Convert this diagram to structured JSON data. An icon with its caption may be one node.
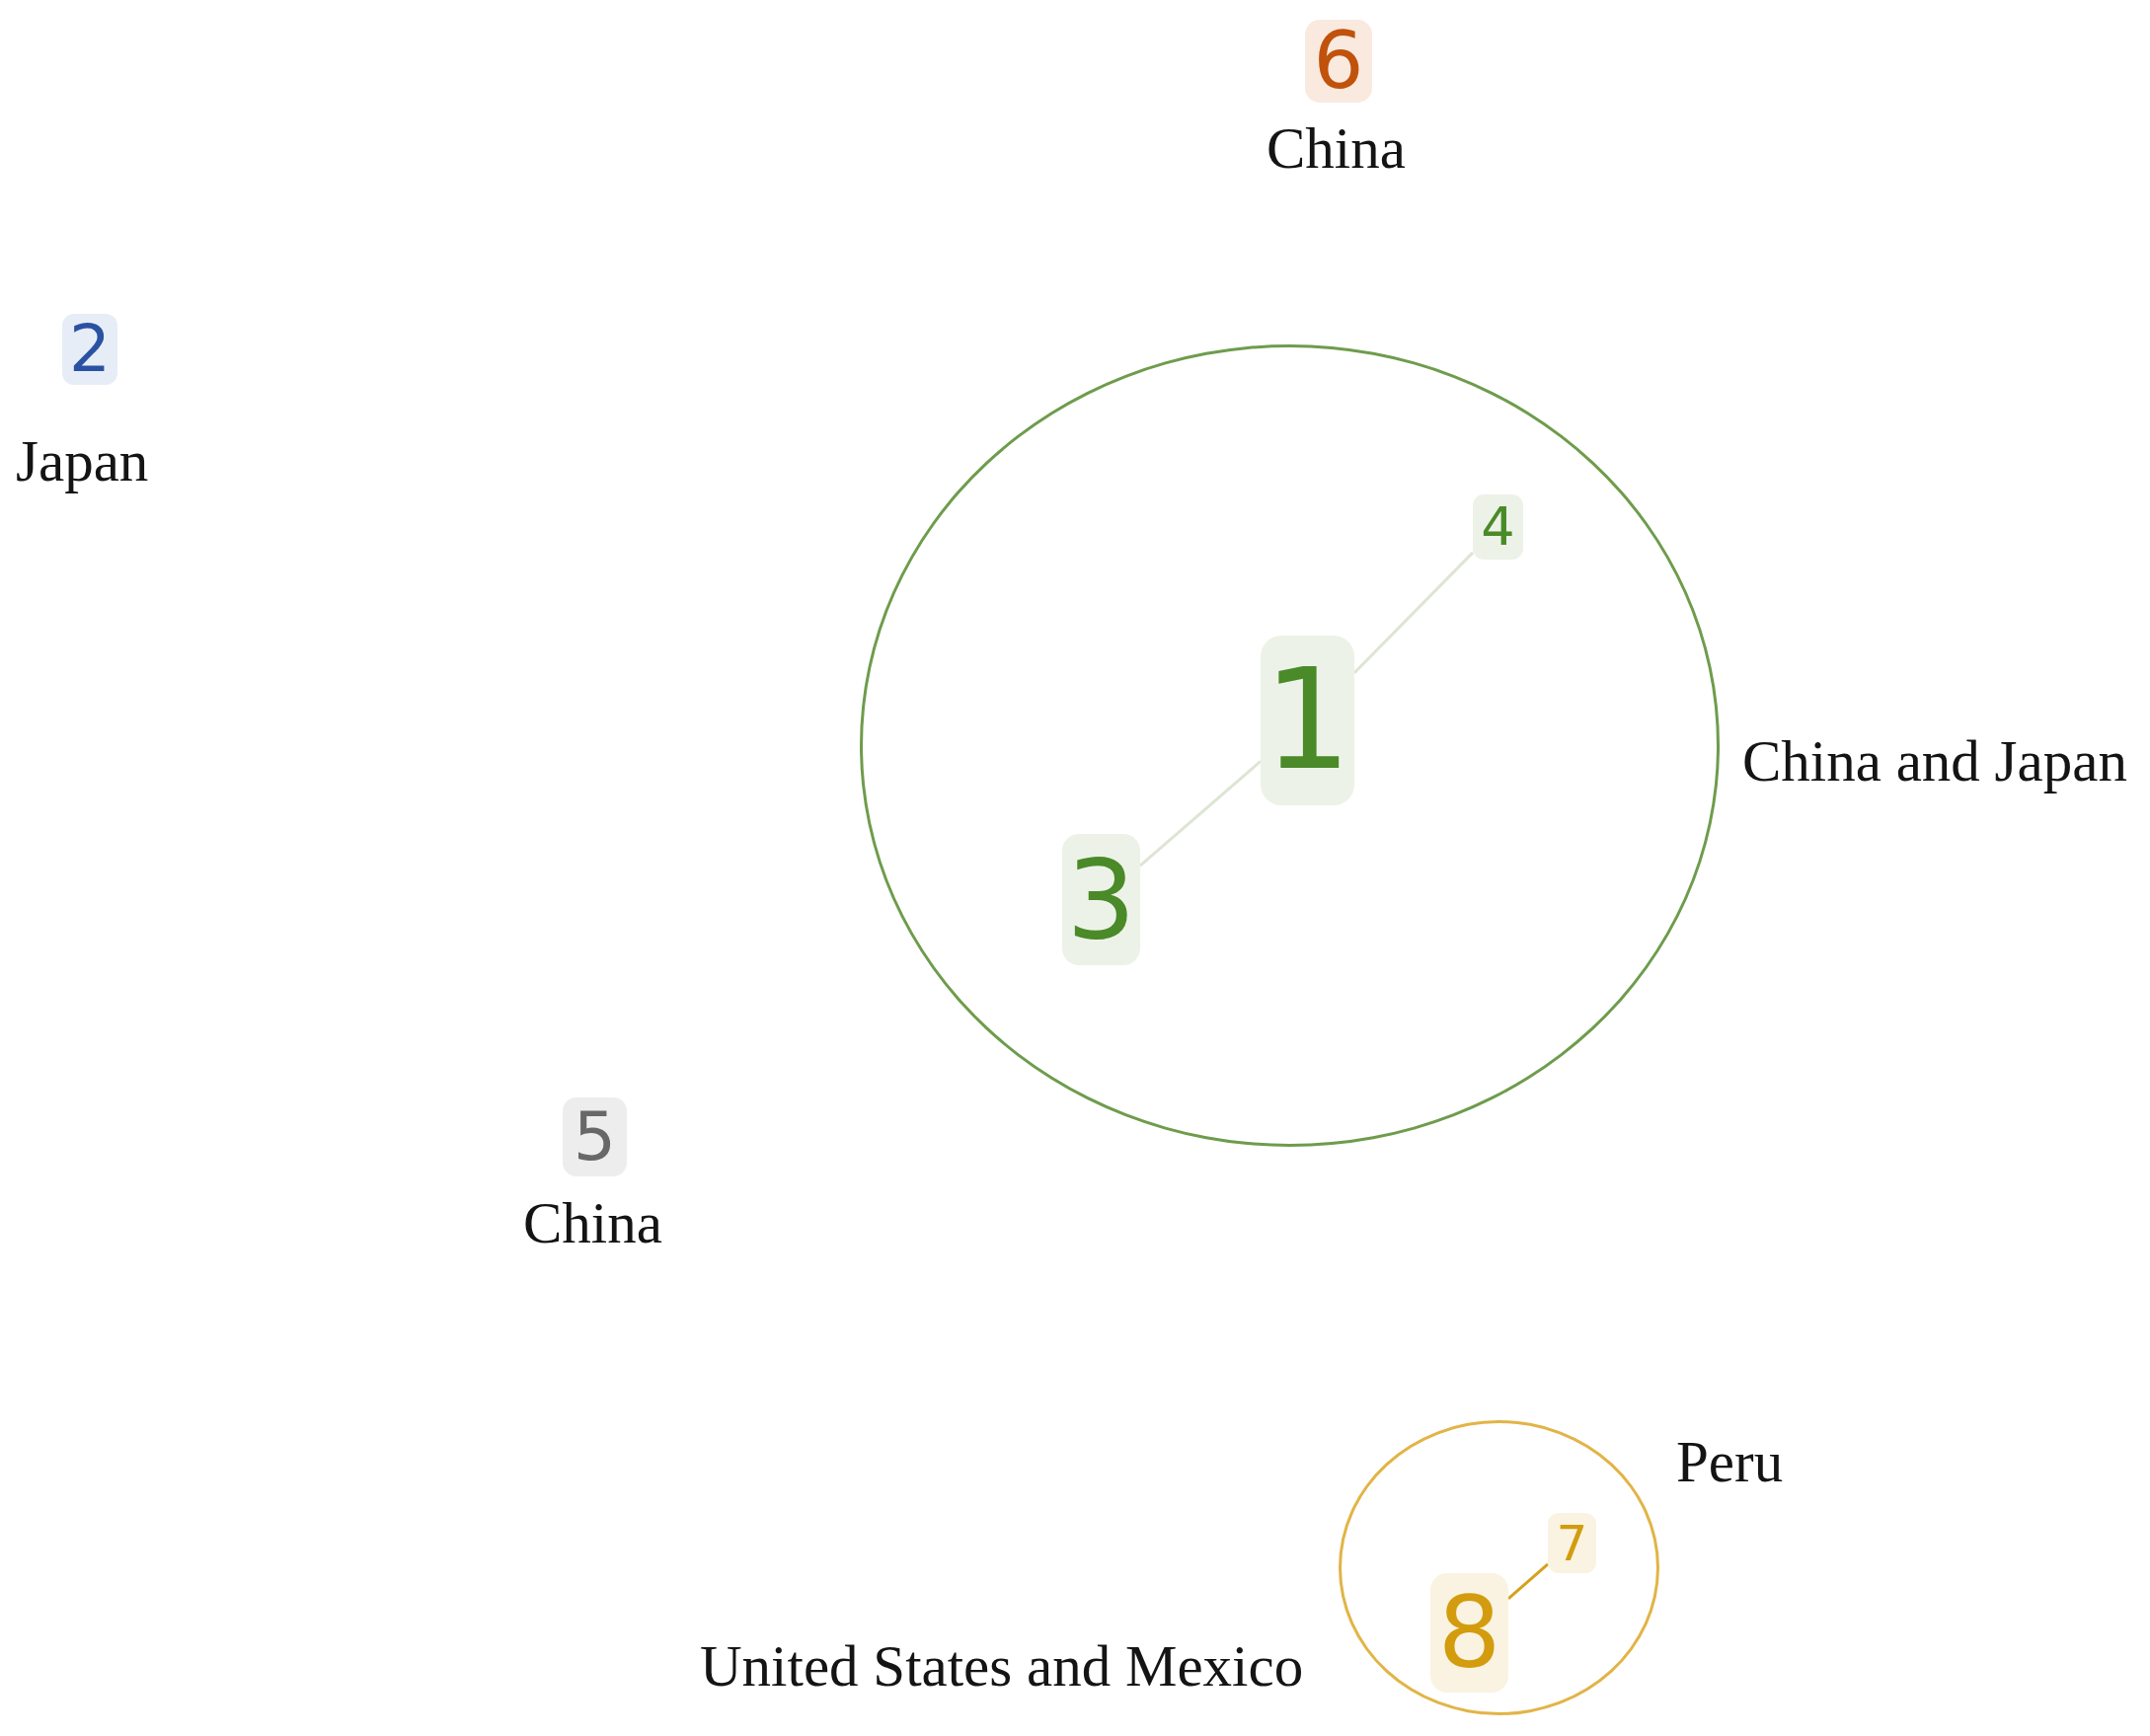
{
  "diagram": {
    "nodes": [
      {
        "text": [
          "6"
        ],
        "beside": [
          "China"
        ]
      },
      {
        "text": [
          "2"
        ],
        "beside": [
          "Japan"
        ]
      },
      {
        "text": [],
        "shape": "circle",
        "beside": [
          "China and Japan"
        ]
      },
      {
        "text": [
          "4"
        ],
        "in": 2
      },
      {
        "text": [
          "1"
        ],
        "in": 2
      },
      {
        "text": [
          "3"
        ],
        "in": 2
      },
      {
        "text": [
          "5"
        ],
        "beside": [
          "China"
        ]
      },
      {
        "text": [],
        "shape": "circle",
        "beside": [
          "Peru",
          "United States and Mexico"
        ]
      },
      {
        "text": [
          "7"
        ],
        "in": 7
      },
      {
        "text": [
          "8"
        ],
        "in": 7
      }
    ],
    "edges": [
      {
        "from": 4,
        "to": 3,
        "arrow": "none"
      },
      {
        "from": 5,
        "to": 4,
        "arrow": "none"
      },
      {
        "from": 9,
        "to": 8,
        "arrow": "none",
        "color": "#d4a21c"
      }
    ]
  }
}
